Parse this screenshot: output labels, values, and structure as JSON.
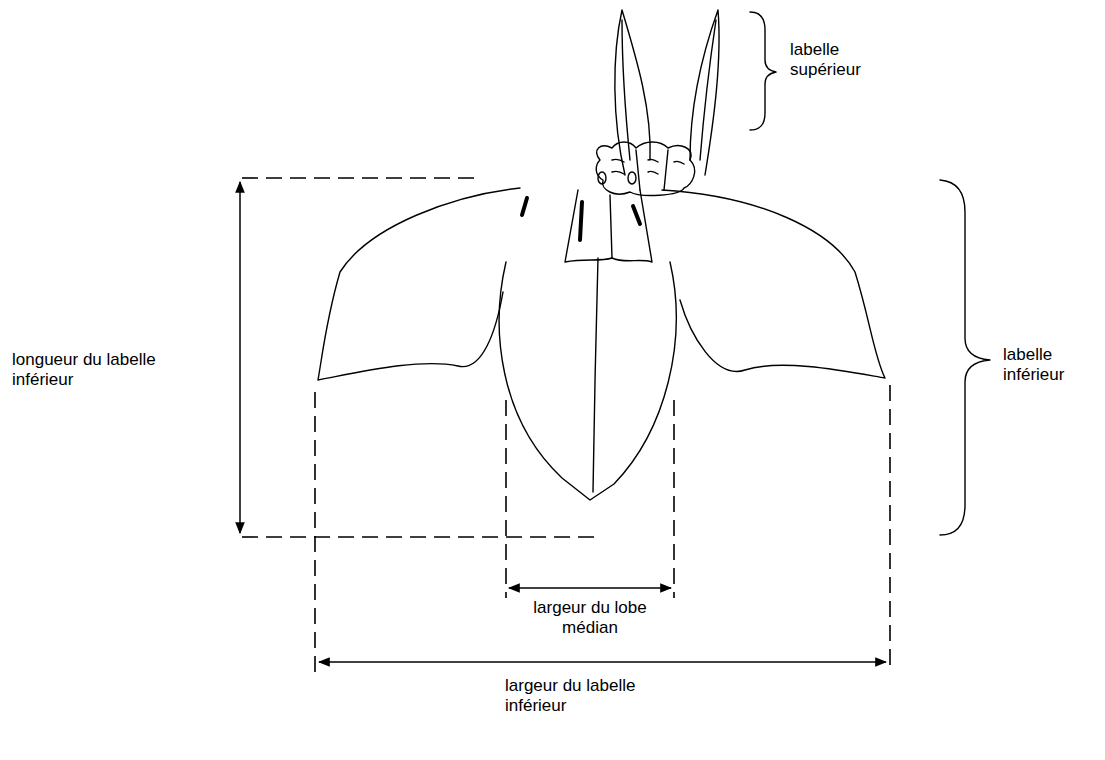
{
  "diagram": {
    "labels": [
      "labelle supérieur",
      "longueur du labelle inférieur",
      "labelle inférieur",
      "largeur du lobe médian",
      "largeur du labelle inférieur"
    ]
  }
}
